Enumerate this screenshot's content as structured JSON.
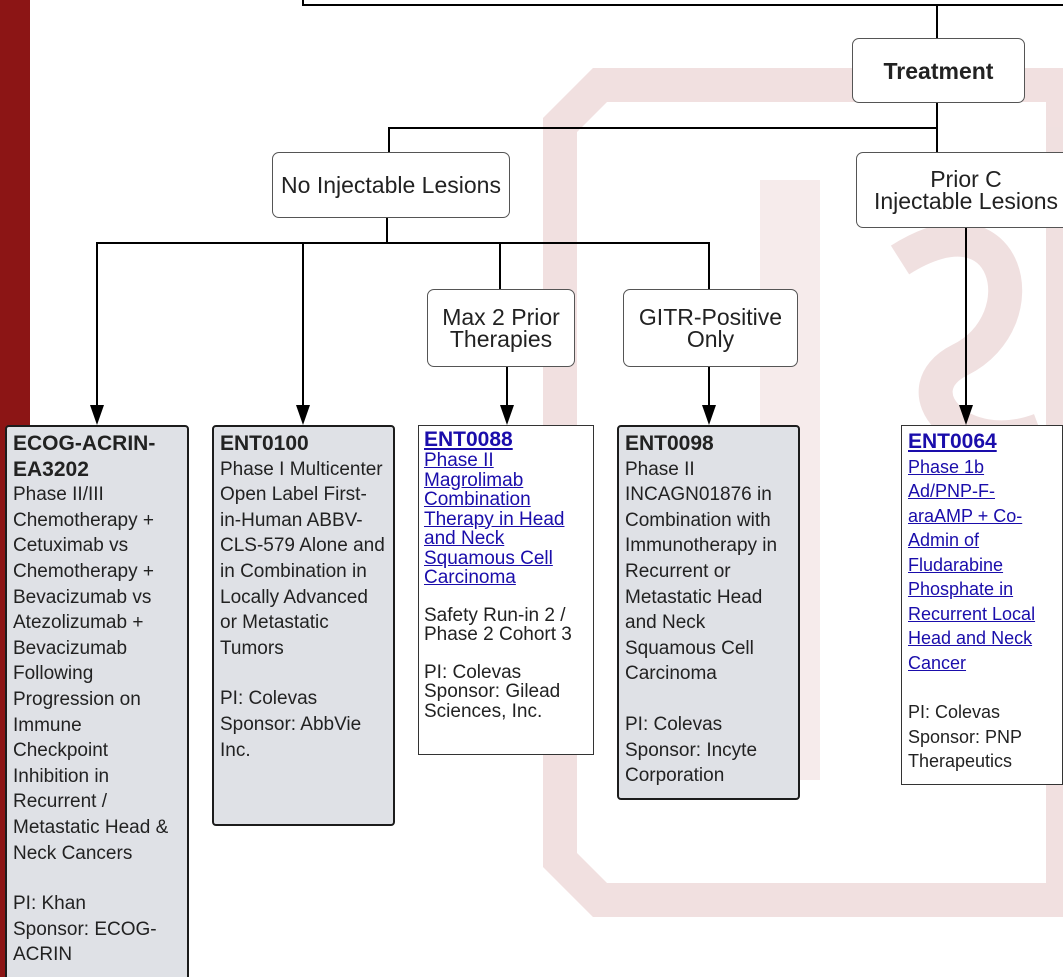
{
  "tree": {
    "root": {
      "label": "Treatment"
    },
    "branch_left": {
      "label": "No Injectable Lesions"
    },
    "branch_right": {
      "line1": "Prior C",
      "line2": "Injectable Lesions"
    },
    "sub_max2": {
      "line1": "Max 2 Prior",
      "line2": "Therapies"
    },
    "sub_gitr": {
      "line1": "GITR-Positive",
      "line2": "Only"
    }
  },
  "trials": [
    {
      "id": "ECOG-ACRIN-EA3202",
      "title": "Phase II/III Chemotherapy + Cetuximab vs Chemotherapy + Bevacizumab vs Atezolizumab + Bevacizumab Following Progression on Immune Checkpoint Inhibition in Recurrent / Metastatic Head & Neck Cancers",
      "pi": "PI: Khan",
      "sponsor": "Sponsor: ECOG-ACRIN"
    },
    {
      "id": "ENT0100",
      "title": "Phase I Multicenter Open Label First-in-Human ABBV-CLS-579 Alone and in Combination in Locally Advanced or Metastatic Tumors",
      "pi": "PI: Colevas",
      "sponsor": "Sponsor: AbbVie Inc."
    },
    {
      "id": "ENT0088",
      "title": "Phase II Magrolimab Combination Therapy in Head and Neck Squamous Cell Carcinoma",
      "note": "Safety Run-in 2 / Phase 2 Cohort 3",
      "pi": "PI: Colevas",
      "sponsor": "Sponsor: Gilead Sciences, Inc."
    },
    {
      "id": "ENT0098",
      "title": "Phase II INCAGN01876 in Combination with Immunotherapy in Recurrent or Metastatic Head and Neck Squamous Cell Carcinoma",
      "pi": "PI: Colevas",
      "sponsor": "Sponsor: Incyte Corporation"
    },
    {
      "id": "ENT0064",
      "title": "Phase 1b Ad/PNP-F-araAMP + Co-Admin of Fludarabine Phosphate in Recurrent Local Head and Neck Cancer",
      "pi": "PI: Colevas",
      "sponsor": "Sponsor: PNP Therapeutics"
    }
  ],
  "colors": {
    "brand": "#8c1515",
    "card_gray": "#dfe1e6",
    "link": "#1a0dab"
  }
}
